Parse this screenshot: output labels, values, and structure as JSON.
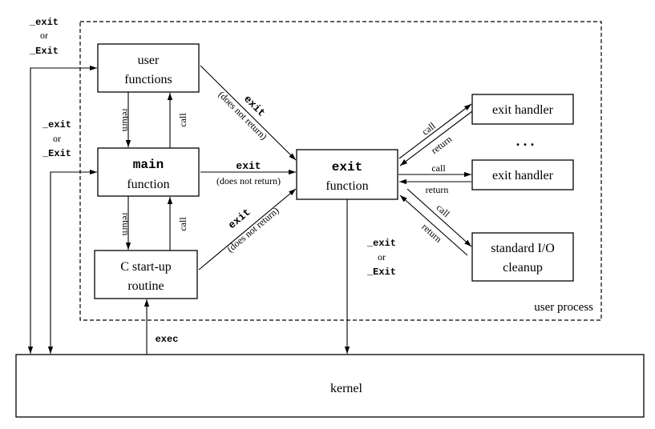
{
  "boxes": {
    "user_functions": [
      "user",
      "functions"
    ],
    "main_function": [
      "main",
      "function"
    ],
    "startup_routine": [
      "C start-up",
      "routine"
    ],
    "exit_function": [
      "exit",
      "function"
    ],
    "exit_handler_1": "exit handler",
    "exit_handler_2": "exit handler",
    "stdio_cleanup": [
      "standard I/O",
      "cleanup"
    ],
    "kernel": "kernel"
  },
  "region_label": "user process",
  "ellipsis": ". . .",
  "labels": {
    "exit_ufn": "exit",
    "not_return_ufn": "(does not return)",
    "exit_main": "exit",
    "not_return_main": "(does not return)",
    "exit_startup": "exit",
    "not_return_startup": "(does not return)",
    "return_user_main": "return",
    "call_main_user": "call",
    "return_main_startup": "return",
    "call_startup_main": "call",
    "call_h1": "call",
    "return_h1": "return",
    "call_h2": "call",
    "return_h2": "return",
    "call_io": "call",
    "return_io": "return",
    "exec": "exec"
  },
  "exit_alt_top": [
    "_exit",
    "or",
    "_Exit"
  ],
  "exit_alt_mid": [
    "_exit",
    "or",
    "_Exit"
  ],
  "exit_alt_bottom": [
    "_exit",
    "or",
    "_Exit"
  ]
}
